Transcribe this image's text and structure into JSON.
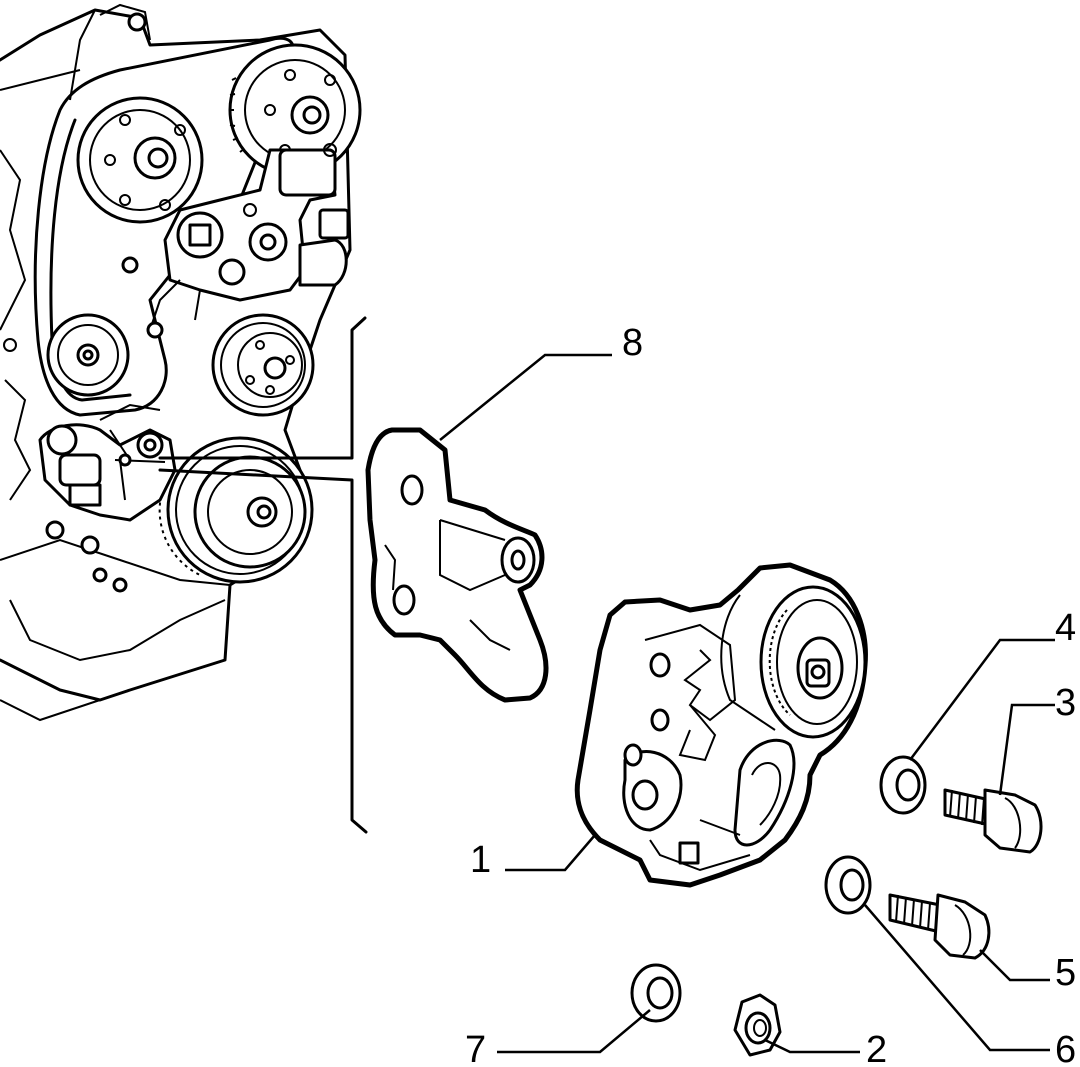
{
  "callouts": [
    {
      "id": "callout-1",
      "label": "1"
    },
    {
      "id": "callout-2",
      "label": "2"
    },
    {
      "id": "callout-3",
      "label": "3"
    },
    {
      "id": "callout-4",
      "label": "4"
    },
    {
      "id": "callout-5",
      "label": "5"
    },
    {
      "id": "callout-6",
      "label": "6"
    },
    {
      "id": "callout-7",
      "label": "7"
    },
    {
      "id": "callout-8",
      "label": "8"
    }
  ],
  "parts": [
    {
      "ref": "1",
      "name": "belt-tensioner-assembly"
    },
    {
      "ref": "2",
      "name": "hex-nut"
    },
    {
      "ref": "3",
      "name": "hex-bolt"
    },
    {
      "ref": "4",
      "name": "washer"
    },
    {
      "ref": "5",
      "name": "hex-bolt"
    },
    {
      "ref": "6",
      "name": "washer"
    },
    {
      "ref": "7",
      "name": "washer"
    },
    {
      "ref": "8",
      "name": "tensioner-bracket"
    }
  ]
}
